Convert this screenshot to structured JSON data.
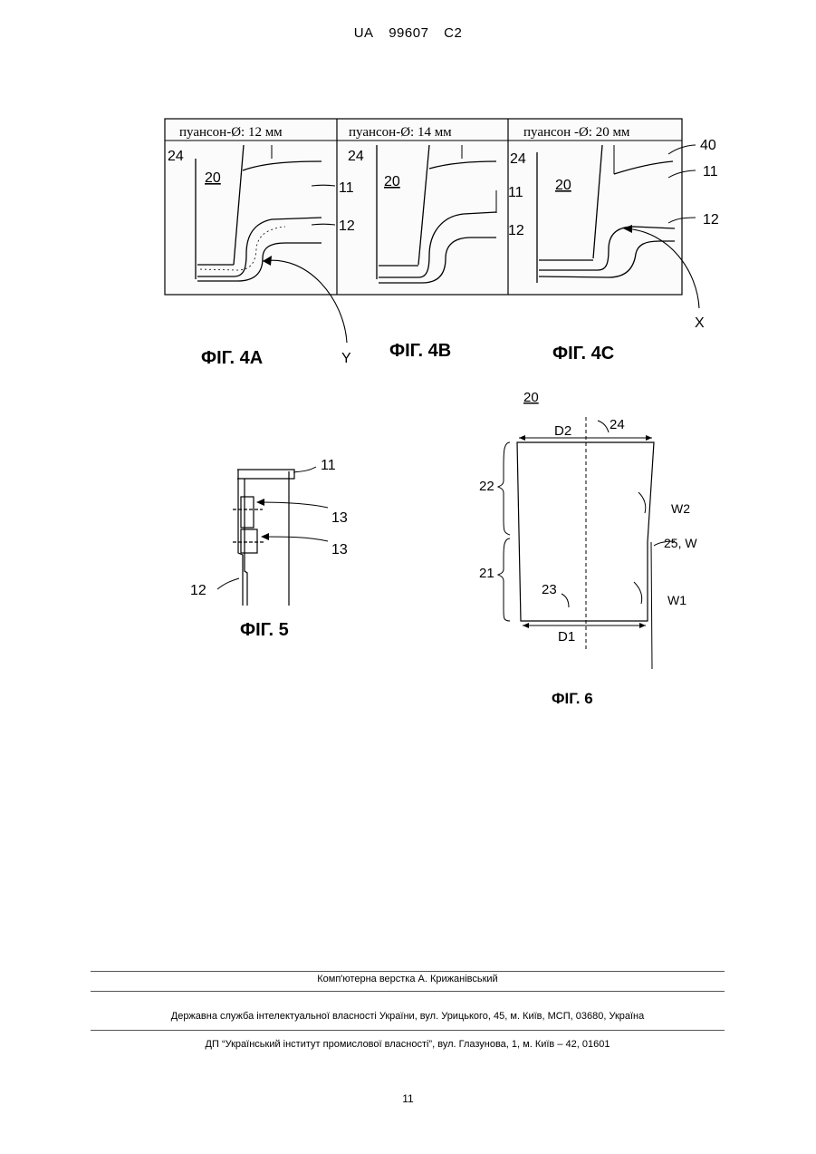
{
  "header": {
    "country": "UA",
    "number": "99607",
    "kind": "C2"
  },
  "fig4": {
    "panels": [
      {
        "punch_label": "пуансон-Ø: 12 мм",
        "caption": "ФІГ. 4А"
      },
      {
        "punch_label": "пуансон-Ø: 14 мм",
        "caption": "ФІГ. 4В"
      },
      {
        "punch_label": "пуансон -Ø: 20 мм",
        "caption": "ФІГ. 4С"
      }
    ],
    "refs": {
      "r24": "24",
      "r20": "20",
      "r11": "11",
      "r12": "12",
      "r40": "40",
      "rX": "X",
      "rY": "Y"
    }
  },
  "fig5": {
    "caption": "ФІГ. 5",
    "refs": {
      "r11": "11",
      "r13": "13",
      "r12": "12"
    }
  },
  "fig6": {
    "caption": "ФІГ. 6",
    "refs": {
      "r20": "20",
      "D2": "D2",
      "r24": "24",
      "r22": "22",
      "W2": "W2",
      "r25W": "25, W",
      "r21": "21",
      "r23": "23",
      "W1": "W1",
      "D1": "D1"
    }
  },
  "footer": {
    "layout_credit": "Комп'ютерна верстка А. Крижанівський",
    "agency": "Державна служба інтелектуальної власності України, вул. Урицького, 45, м. Київ, МСП, 03680, Україна",
    "institute": "ДП “Український інститут промислової власності”, вул. Глазунова, 1, м. Київ – 42, 01601"
  },
  "page_number": "11"
}
